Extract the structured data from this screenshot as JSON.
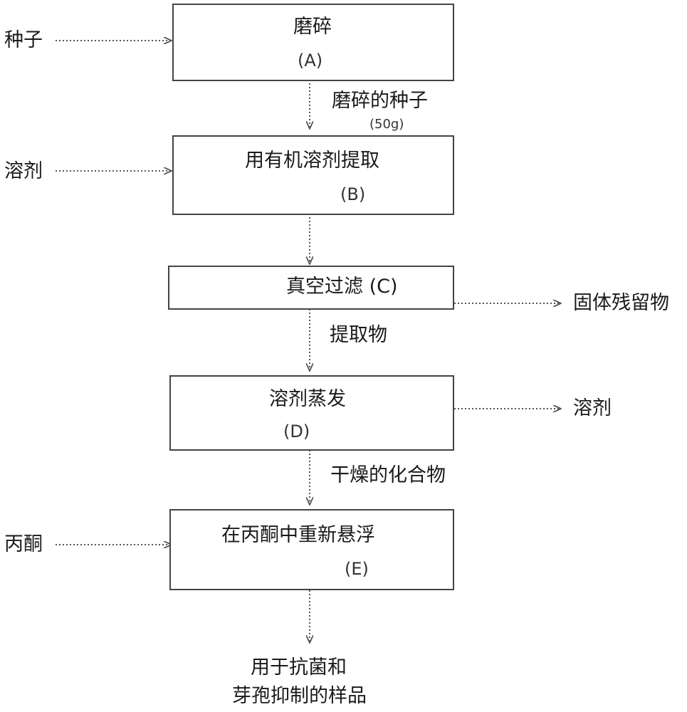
{
  "boxes": {
    "a": {
      "title": "磨碎",
      "code": "(A)"
    },
    "b": {
      "title": "用有机溶剂提取",
      "code": "(B)"
    },
    "c": {
      "title": "真空过滤 (C)"
    },
    "d": {
      "title": "溶剂蒸发",
      "code": "(D)"
    },
    "e": {
      "title": "在丙酮中重新悬浮",
      "code": "(E)"
    }
  },
  "inputs": {
    "seed": "种子",
    "solvent": "溶剂",
    "acetone": "丙酮"
  },
  "outputs": {
    "solid_residue": "固体残留物",
    "solvent": "溶剂"
  },
  "flow_labels": {
    "ground_seed": "磨碎的种子",
    "ground_seed_amount": "(50g)",
    "extract": "提取物",
    "dried_compound": "干燥的化合物"
  },
  "final_product": {
    "line1": "用于抗菌和",
    "line2": "芽孢抑制的样品"
  }
}
